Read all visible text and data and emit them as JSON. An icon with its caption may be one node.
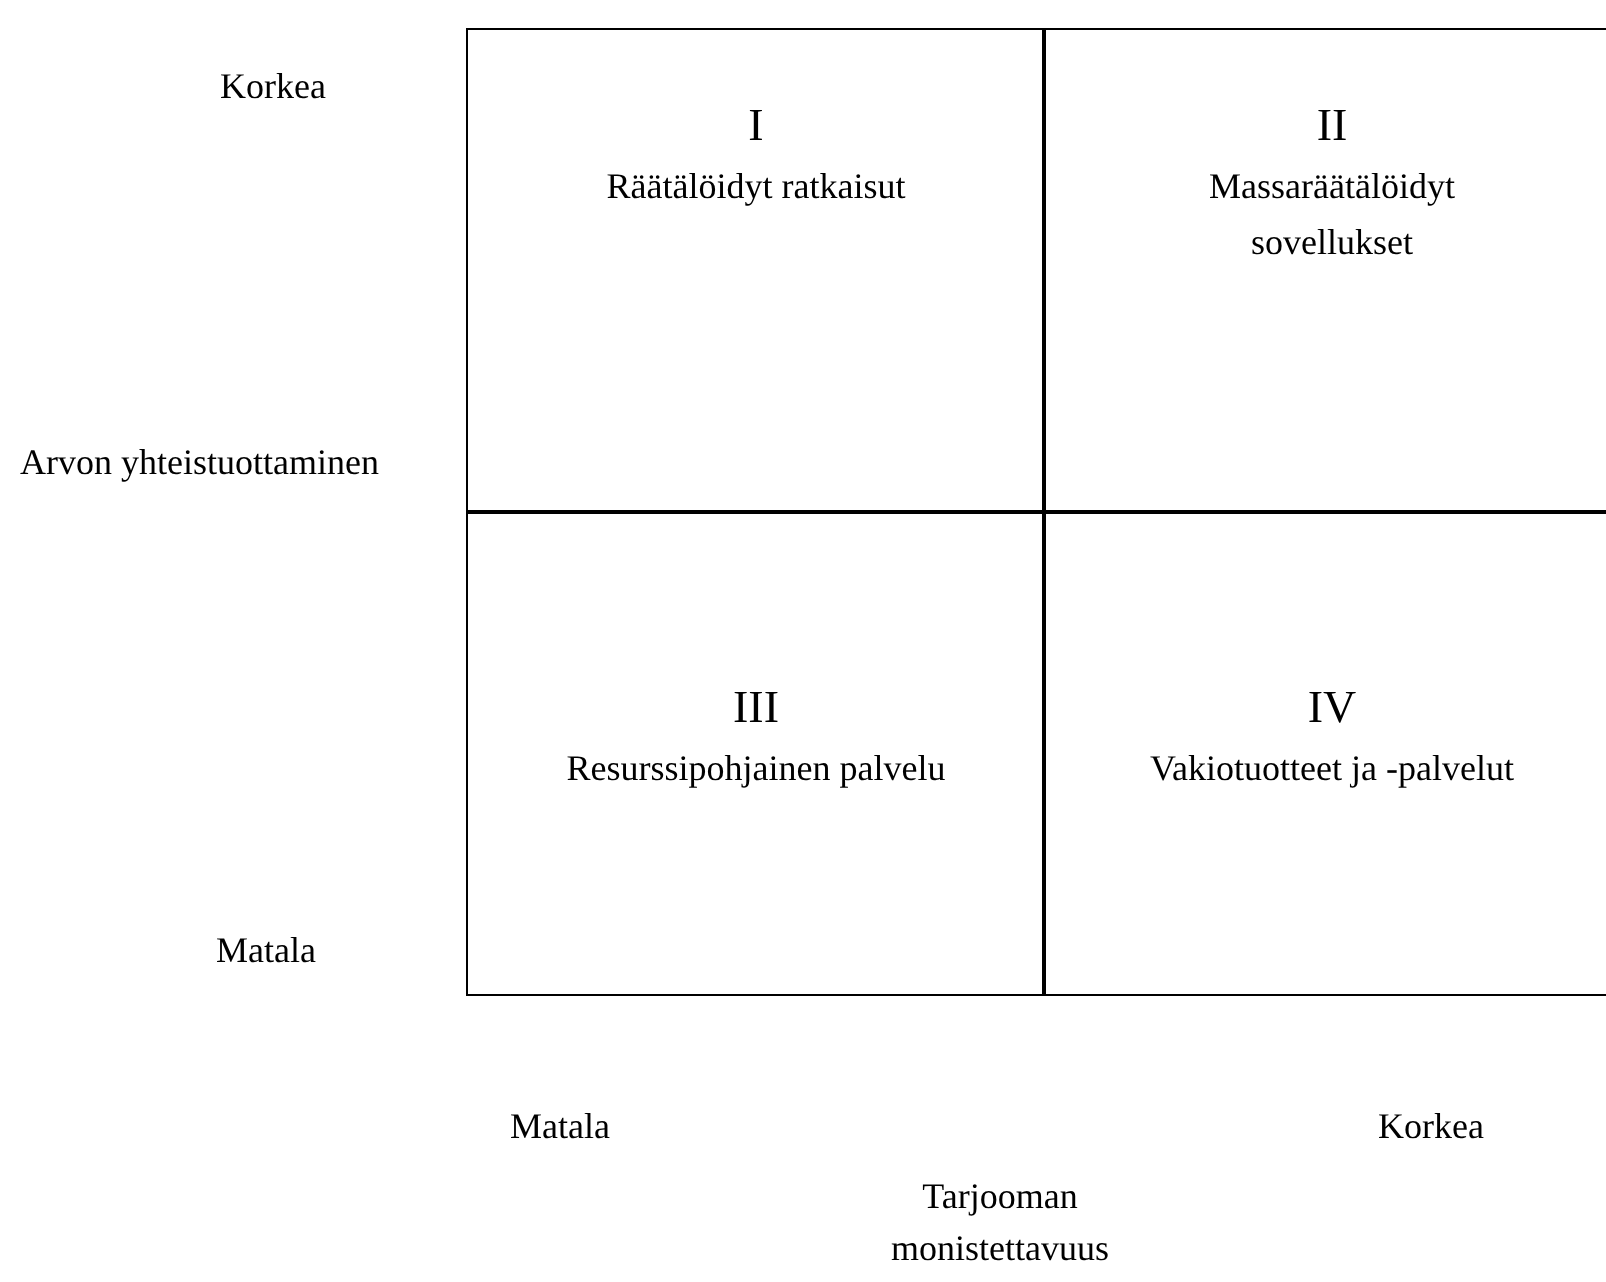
{
  "diagram": {
    "nodes": [
      {
        "text": [
          "I",
          "Räätälöidyt ratkaisut"
        ]
      },
      {
        "text": [
          "II",
          "Massaräätälöidyt sovellukset"
        ]
      },
      {
        "text": [
          "III",
          "Resurssipohjainen palvelu"
        ]
      },
      {
        "text": [
          "IV",
          "Vakiotuotteet ja -palvelut"
        ]
      }
    ],
    "labels": [
      "Korkea",
      "Arvon yhteistuottaminen",
      "Matala",
      "Matala",
      "Korkea",
      "Tarjooman monistettavuus"
    ]
  }
}
